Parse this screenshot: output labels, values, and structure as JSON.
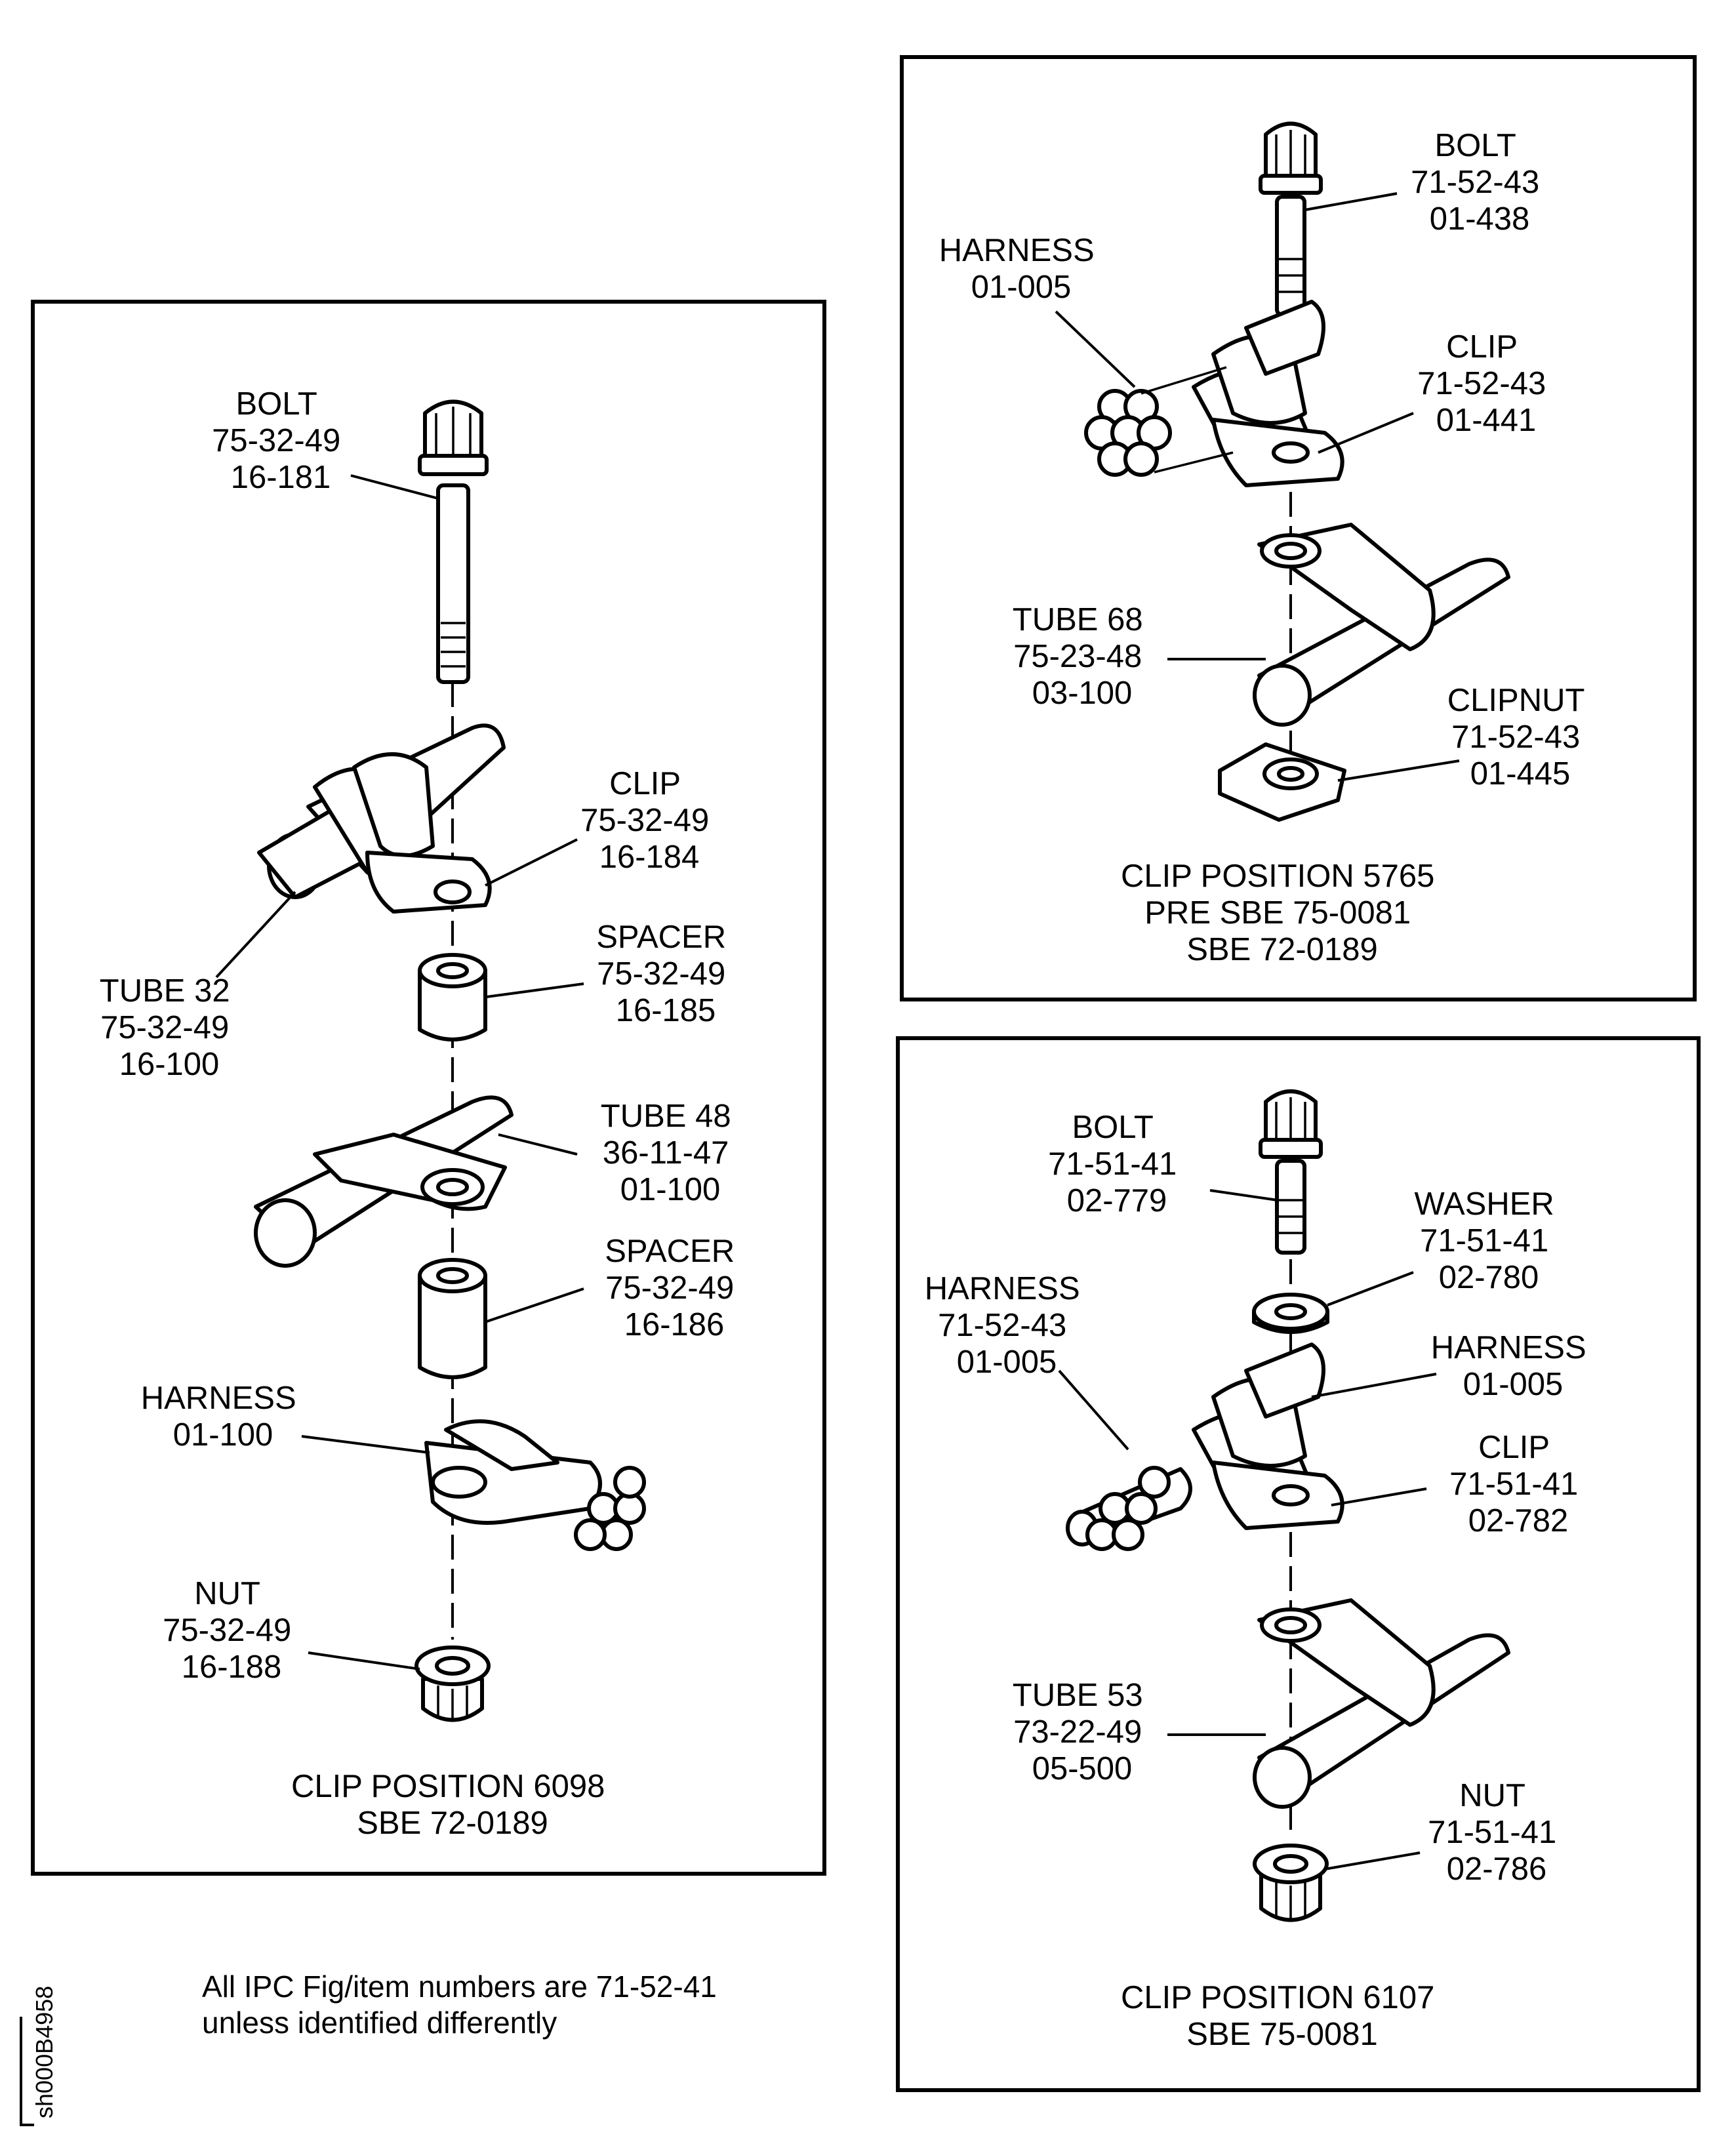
{
  "panels": {
    "left": {
      "title_lines": [
        "CLIP POSITION 6098",
        "SBE 72-0189"
      ],
      "callouts": {
        "bolt": [
          "BOLT",
          "75-32-49",
          "16-181"
        ],
        "clip": [
          "CLIP",
          "75-32-49",
          "16-184"
        ],
        "tube32": [
          "TUBE 32",
          "75-32-49",
          "16-100"
        ],
        "spacer1": [
          "SPACER",
          "75-32-49",
          "16-185"
        ],
        "tube48": [
          "TUBE 48",
          "36-11-47",
          "01-100"
        ],
        "spacer2": [
          "SPACER",
          "75-32-49",
          "16-186"
        ],
        "harness": [
          "HARNESS",
          "01-100"
        ],
        "nut": [
          "NUT",
          "75-32-49",
          "16-188"
        ]
      }
    },
    "top_right": {
      "title_lines": [
        "CLIP POSITION 5765",
        "PRE SBE 75-0081",
        "SBE 72-0189"
      ],
      "callouts": {
        "bolt": [
          "BOLT",
          "71-52-43",
          "01-438"
        ],
        "harness": [
          "HARNESS",
          "01-005"
        ],
        "clip": [
          "CLIP",
          "71-52-43",
          "01-441"
        ],
        "tube68": [
          "TUBE 68",
          "75-23-48",
          "03-100"
        ],
        "clipnut": [
          "CLIPNUT",
          "71-52-43",
          "01-445"
        ]
      }
    },
    "bottom_right": {
      "title_lines": [
        "CLIP POSITION 6107",
        "SBE 75-0081"
      ],
      "callouts": {
        "bolt": [
          "BOLT",
          "71-51-41",
          "02-779"
        ],
        "washer": [
          "WASHER",
          "71-51-41",
          "02-780"
        ],
        "harness_left": [
          "HARNESS",
          "71-52-43",
          "01-005"
        ],
        "harness_right": [
          "HARNESS",
          "01-005"
        ],
        "clip": [
          "CLIP",
          "71-51-41",
          "02-782"
        ],
        "tube53": [
          "TUBE 53",
          "73-22-49",
          "05-500"
        ],
        "nut": [
          "NUT",
          "71-51-41",
          "02-786"
        ]
      }
    }
  },
  "note_lines": [
    "All IPC Fig/item numbers are 71-52-41",
    "unless identified differently"
  ],
  "drawing_code": "sh000B4958"
}
